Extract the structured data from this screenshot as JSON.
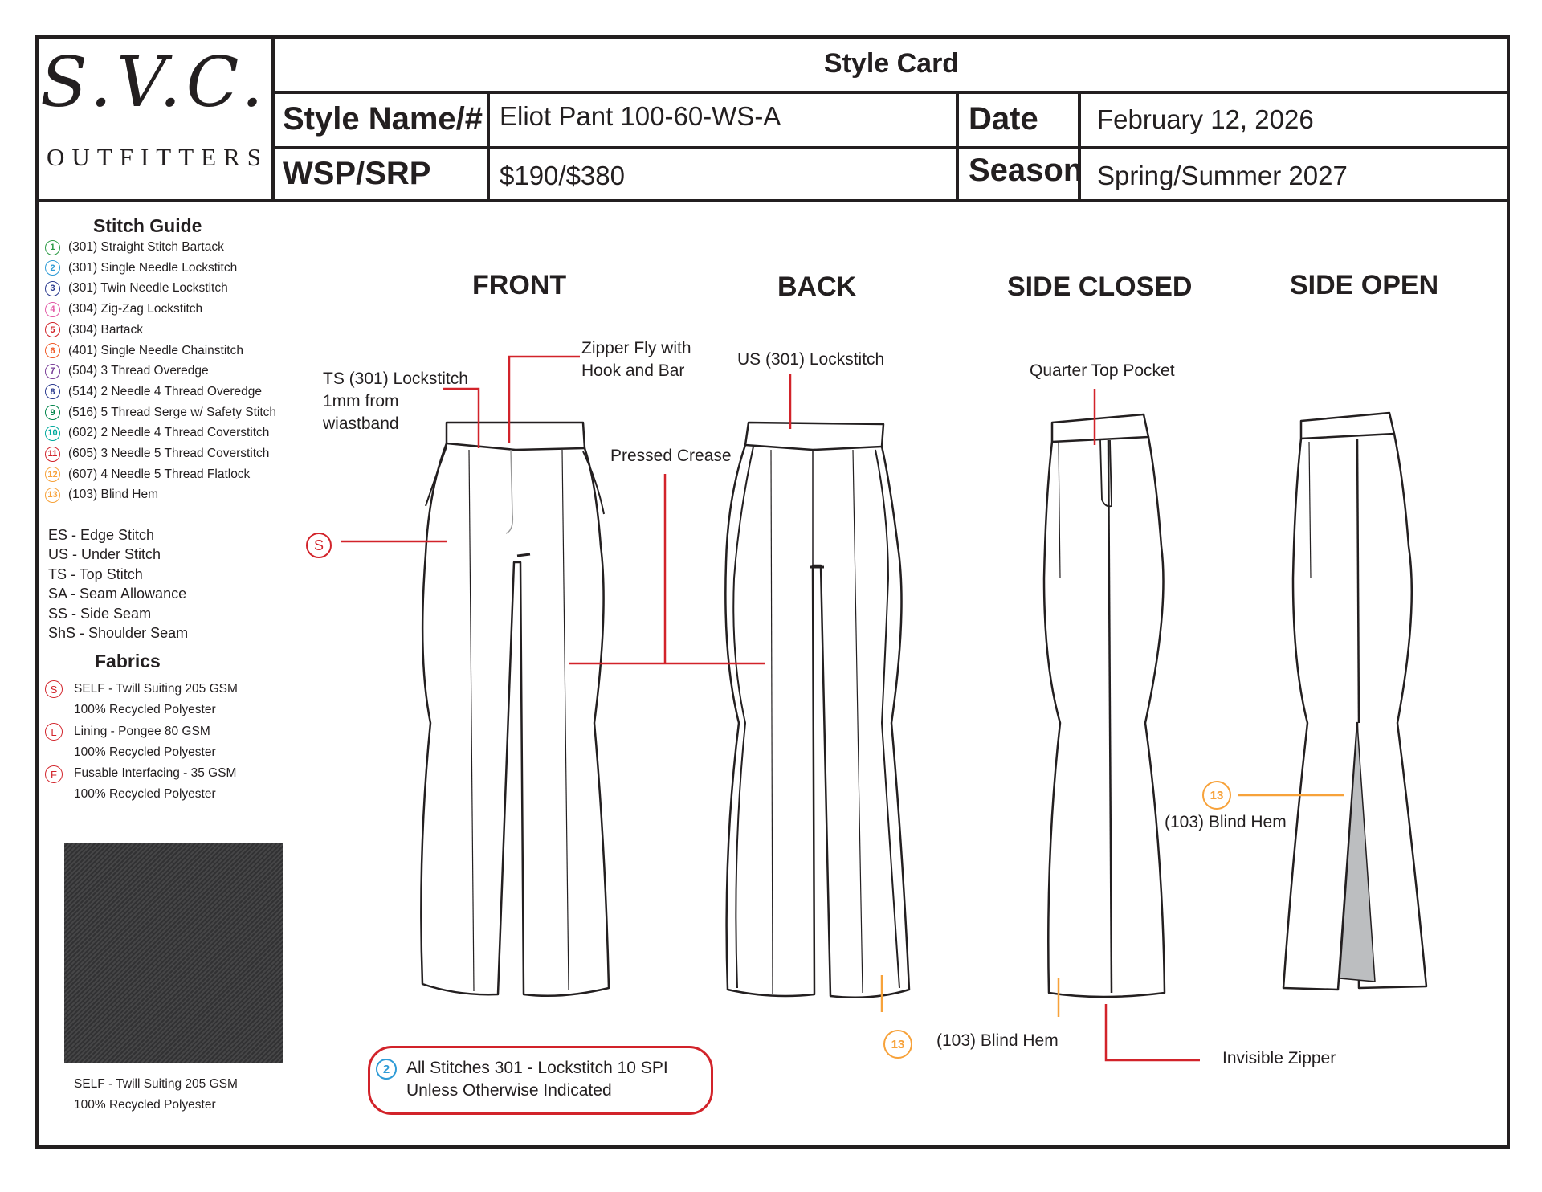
{
  "brand": {
    "script": "S.V.C.",
    "sub": "OUTFITTERS"
  },
  "header": {
    "title": "Style Card",
    "style_label": "Style Name/#",
    "style_value": "Eliot Pant 100-60-WS-A",
    "date_label": "Date",
    "date_value": "February 12, 2026",
    "price_label": "WSP/SRP",
    "price_value": "$190/$380",
    "season_label": "Season",
    "season_value": "Spring/Summer 2027"
  },
  "stitch_guide": {
    "title": "Stitch Guide",
    "items": [
      {
        "num": "1",
        "label": "(301) Straight Stitch Bartack",
        "color": "#2e9b47"
      },
      {
        "num": "2",
        "label": "(301) Single Needle Lockstitch",
        "color": "#2e9bd6"
      },
      {
        "num": "3",
        "label": "(301) Twin Needle Lockstitch",
        "color": "#2b3a8f"
      },
      {
        "num": "4",
        "label": "(304) Zig-Zag Lockstitch",
        "color": "#e35aa6"
      },
      {
        "num": "5",
        "label": "(304) Bartack",
        "color": "#d2232a"
      },
      {
        "num": "6",
        "label": "(401) Single Needle Chainstitch",
        "color": "#f05a28"
      },
      {
        "num": "7",
        "label": "(504) 3 Thread Overedge",
        "color": "#7a3f98"
      },
      {
        "num": "8",
        "label": "(514) 2 Needle 4 Thread Overedge",
        "color": "#2b3a8f"
      },
      {
        "num": "9",
        "label": "(516) 5 Thread Serge w/ Safety Stitch",
        "color": "#00854a"
      },
      {
        "num": "10",
        "label": "(602) 2 Needle 4 Thread Coverstitch",
        "color": "#00a99d"
      },
      {
        "num": "11",
        "label": "(605) 3 Needle 5 Thread Coverstitch",
        "color": "#d2232a"
      },
      {
        "num": "12",
        "label": "(607) 4 Needle 5 Thread Flatlock",
        "color": "#f7a23a"
      },
      {
        "num": "13",
        "label": "(103) Blind Hem",
        "color": "#f7a23a"
      }
    ]
  },
  "abbreviations": [
    "ES - Edge Stitch",
    "US - Under Stitch",
    "TS - Top Stitch",
    "SA - Seam Allowance",
    "SS - Side Seam",
    "ShS - Shoulder Seam"
  ],
  "fabrics": {
    "title": "Fabrics",
    "items": [
      {
        "code": "S",
        "line1": "SELF - Twill Suiting 205 GSM",
        "line2": "100% Recycled Polyester"
      },
      {
        "code": "L",
        "line1": "Lining - Pongee 80 GSM",
        "line2": "100% Recycled Polyester"
      },
      {
        "code": "F",
        "line1": "Fusable Interfacing - 35 GSM",
        "line2": "100% Recycled Polyester"
      }
    ],
    "swatch_line1": "SELF - Twill Suiting 205 GSM",
    "swatch_line2": "100% Recycled Polyester"
  },
  "views": {
    "front": "FRONT",
    "back": "BACK",
    "side_closed": "SIDE CLOSED",
    "side_open": "SIDE OPEN"
  },
  "callouts": {
    "ts_lockstitch": "TS (301) Lockstitch\n1mm from\nwiastband",
    "zipper_fly": "Zipper Fly with\nHook and Bar",
    "us_lockstitch": "US (301) Lockstitch",
    "pressed_crease": "Pressed Crease",
    "quarter_top_pocket": "Quarter Top Pocket",
    "fabric_marker": "S",
    "blind_hem_open": "(103) Blind Hem",
    "blind_hem_closed": "(103) Blind Hem",
    "invisible_zipper": "Invisible Zipper",
    "blind_hem_num": "13",
    "note_num": "2",
    "note_text": "All Stitches 301 - Lockstitch 10 SPI\nUnless Otherwise Indicated"
  }
}
